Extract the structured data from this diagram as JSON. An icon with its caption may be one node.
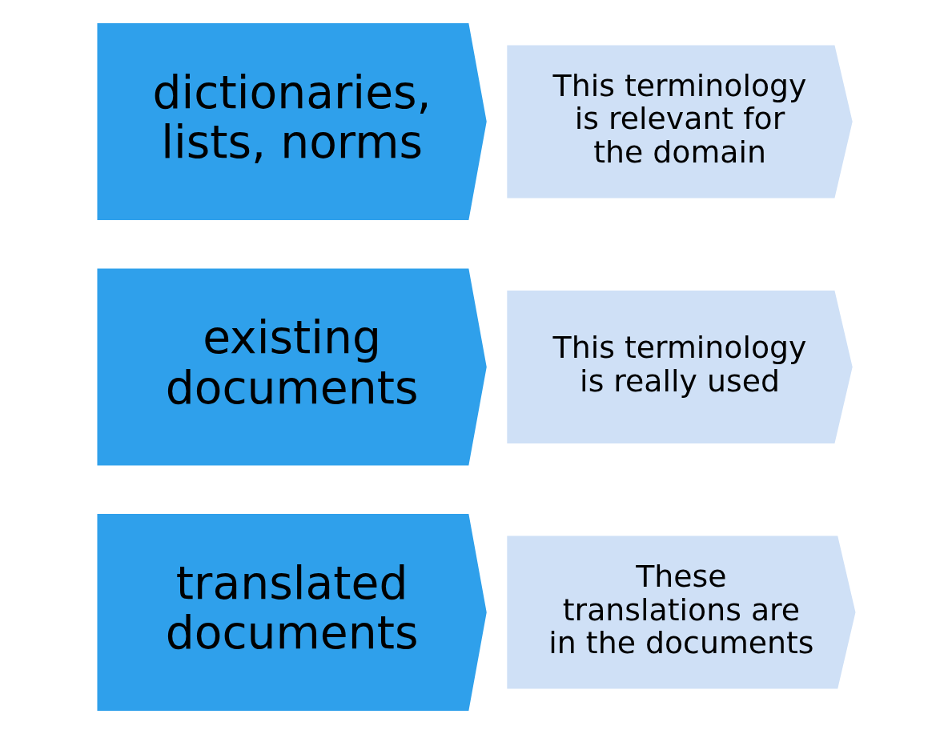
{
  "diagram": {
    "nodes": [
      {
        "text": [
          "dictionaries, lists, norms"
        ]
      },
      {
        "text": [
          "This terminology is relevant for the domain"
        ]
      },
      {
        "text": [
          "existing documents"
        ]
      },
      {
        "text": [
          "This terminology is really used"
        ]
      },
      {
        "text": [
          "translated documents"
        ]
      },
      {
        "text": [
          "These translations are in the documents"
        ]
      }
    ]
  }
}
